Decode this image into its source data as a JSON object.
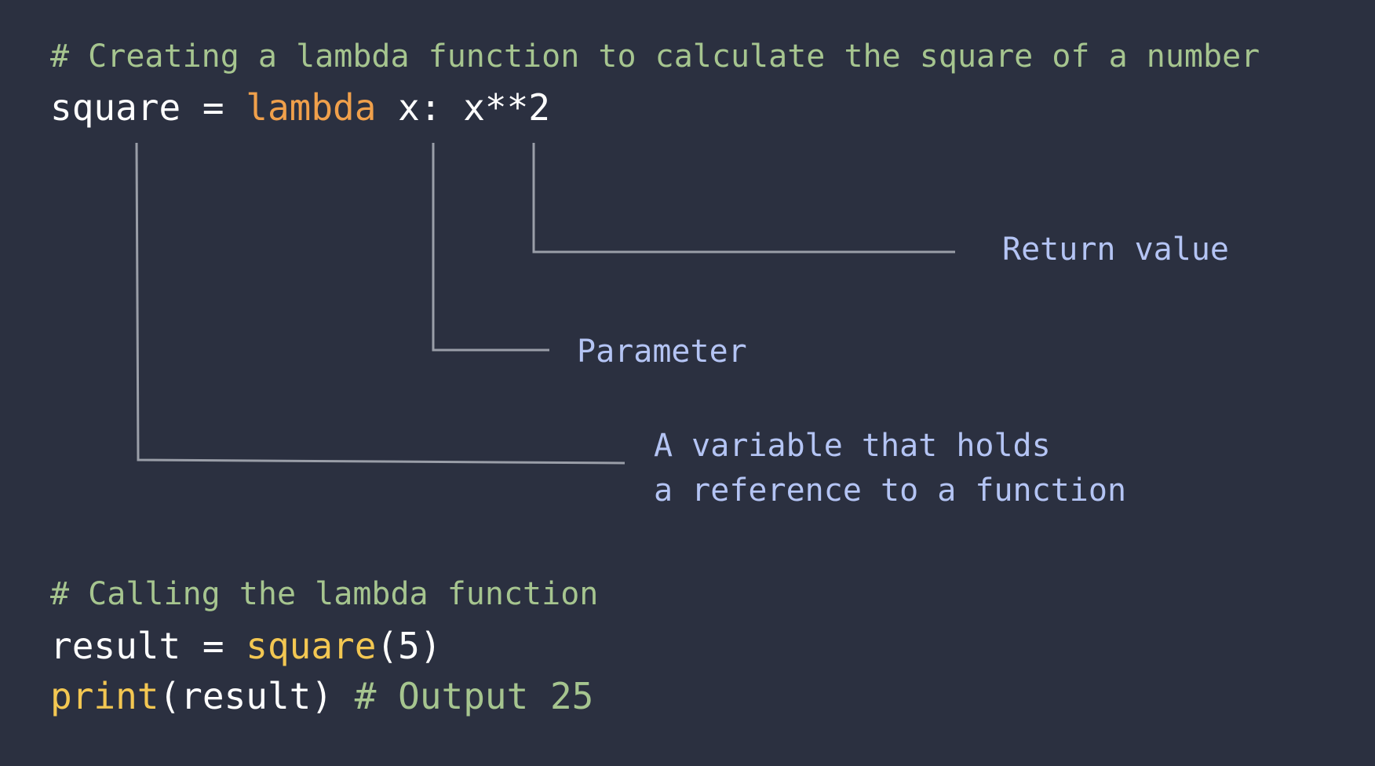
{
  "code_top": {
    "comment": "# Creating a lambda function to calculate the square of a number",
    "line": {
      "var": "square",
      "assign": " = ",
      "keyword": "lambda",
      "param": " x: ",
      "expr": "x**2"
    }
  },
  "callouts": {
    "return_value": "Return value",
    "parameter": "Parameter",
    "variable_line1": "A variable that holds",
    "variable_line2": "a reference to a function"
  },
  "code_bottom": {
    "comment": "# Calling the lambda function",
    "line1": {
      "var": "result",
      "assign": " = ",
      "call": "square",
      "args": "(5)"
    },
    "line2": {
      "call": "print",
      "args": "(result) ",
      "comment": "# Output 25"
    }
  },
  "colors": {
    "background": "#2b3040",
    "comment": "#a6c58f",
    "keyword": "#f0a04b",
    "function": "#f3c752",
    "callout_text": "#b4c4f4",
    "connector": "#9a9ea8"
  }
}
